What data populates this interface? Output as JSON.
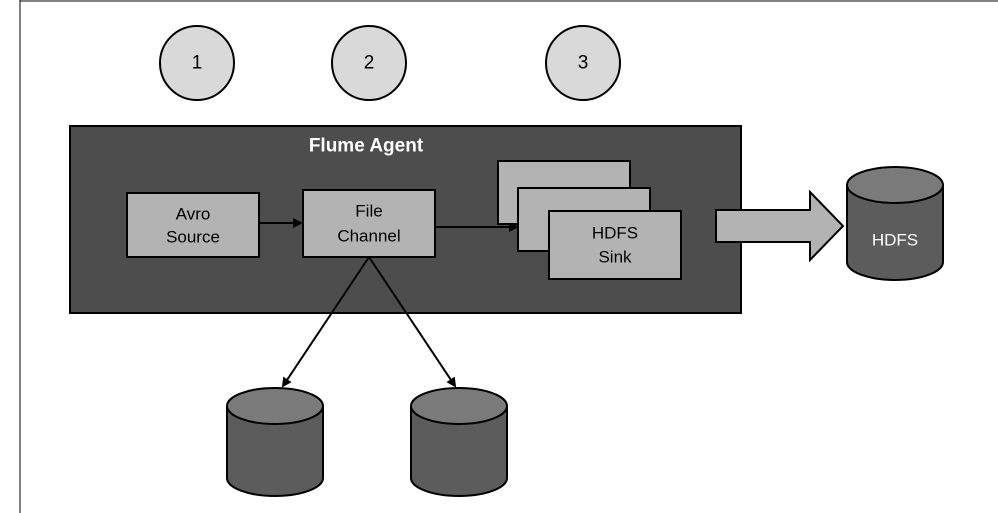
{
  "steps": [
    "1",
    "2",
    "3"
  ],
  "agent": {
    "title": "Flume Agent"
  },
  "source": {
    "line1": "Avro",
    "line2": "Source"
  },
  "channel": {
    "line1": "File",
    "line2": "Channel"
  },
  "sink": {
    "line1": "HDFS",
    "line2": "Sink"
  },
  "hdfs": {
    "label": "HDFS"
  },
  "colors": {
    "agent_fill": "#4d4d4d",
    "box_fill": "#b3b3b3",
    "step_fill": "#d9d9d9",
    "cylinder_body": "#5c5c5c",
    "cylinder_top": "#7a7a7a",
    "big_arrow": "#b3b3b3"
  }
}
